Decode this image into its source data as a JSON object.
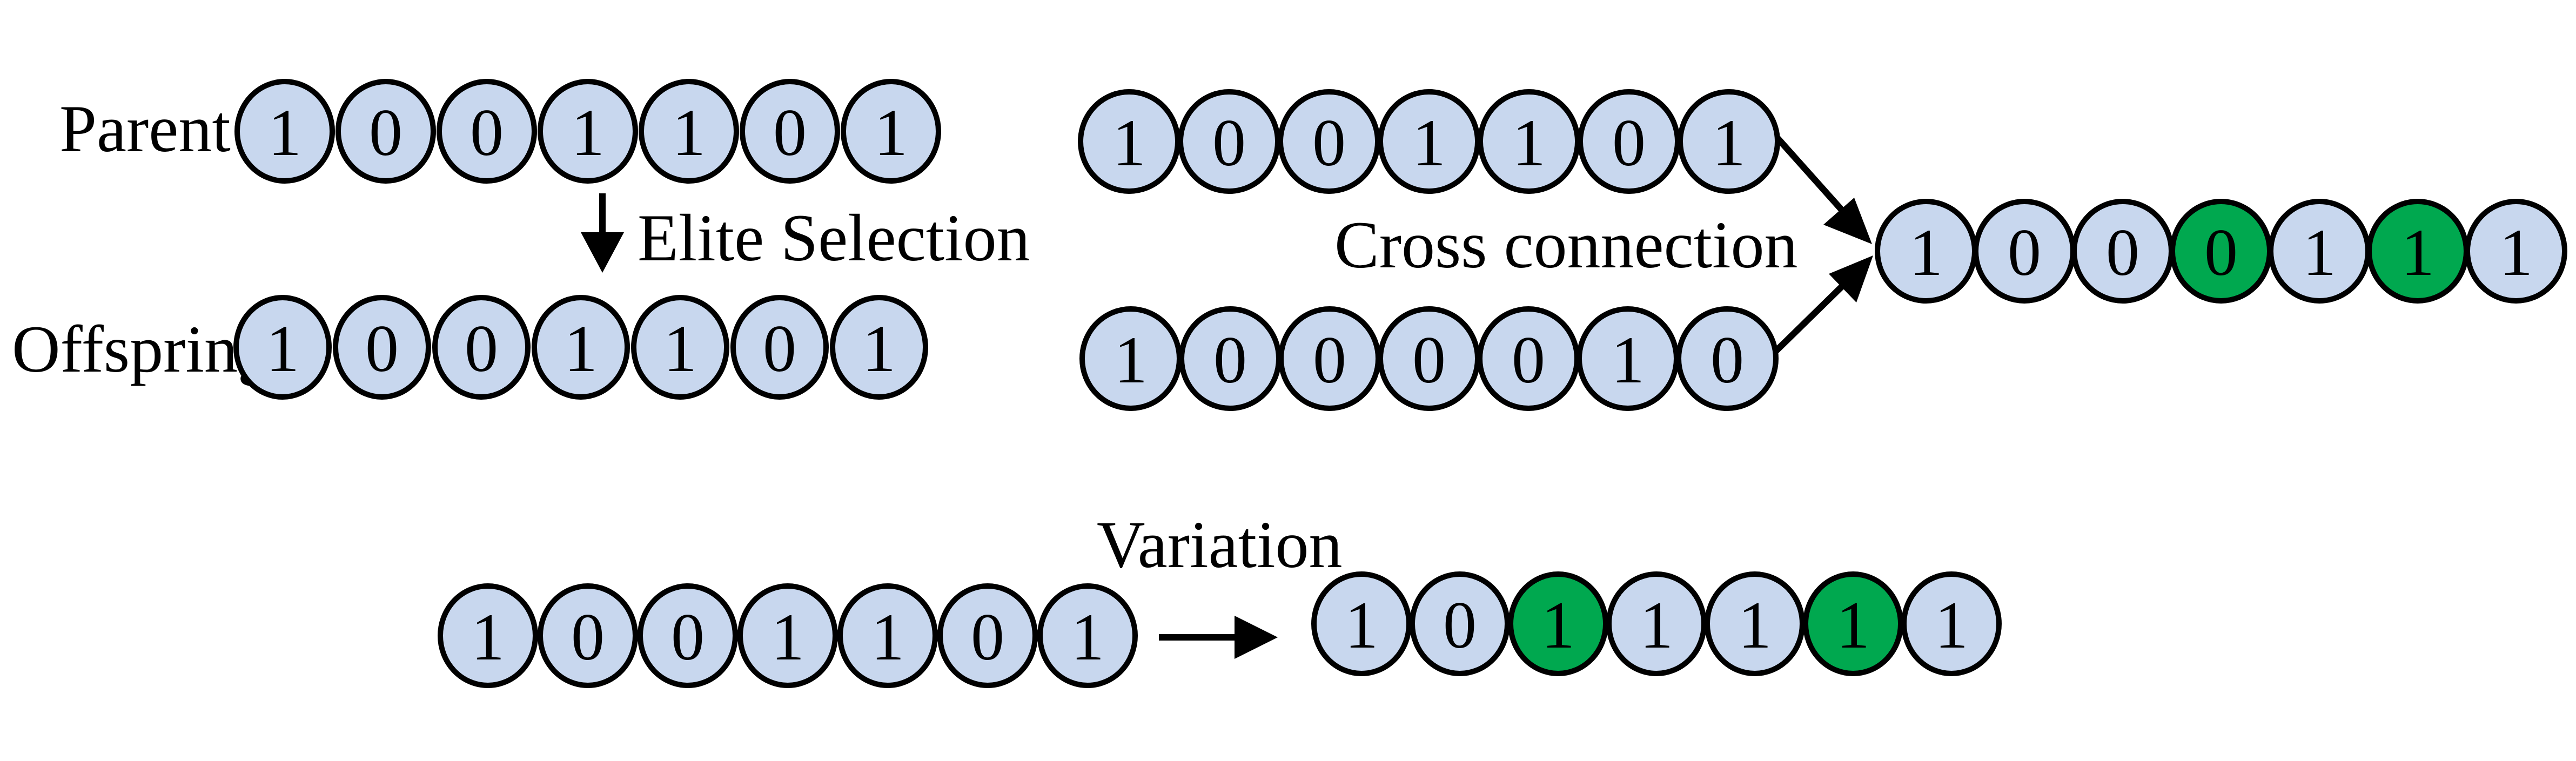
{
  "colors": {
    "gene_fill": "#c8d7ee",
    "highlight_fill": "#00a84f",
    "stroke": "#000000",
    "text": "#000000"
  },
  "labels": {
    "parent": "Parent",
    "offspring": "Offspring",
    "elite_selection": "Elite Selection",
    "cross_connection": "Cross connection",
    "variation": "Variation"
  },
  "chromosomes": {
    "elite_parent": {
      "bits": [
        "1",
        "0",
        "0",
        "1",
        "1",
        "0",
        "1"
      ],
      "highlight": [
        false,
        false,
        false,
        false,
        false,
        false,
        false
      ]
    },
    "elite_offspring": {
      "bits": [
        "1",
        "0",
        "0",
        "1",
        "1",
        "0",
        "1"
      ],
      "highlight": [
        false,
        false,
        false,
        false,
        false,
        false,
        false
      ]
    },
    "cross_parent_a": {
      "bits": [
        "1",
        "0",
        "0",
        "1",
        "1",
        "0",
        "1"
      ],
      "highlight": [
        false,
        false,
        false,
        false,
        false,
        false,
        false
      ]
    },
    "cross_parent_b": {
      "bits": [
        "1",
        "0",
        "0",
        "0",
        "0",
        "1",
        "0"
      ],
      "highlight": [
        false,
        false,
        false,
        false,
        false,
        false,
        false
      ]
    },
    "cross_child": {
      "bits": [
        "1",
        "0",
        "0",
        "0",
        "1",
        "1",
        "1"
      ],
      "highlight": [
        false,
        false,
        false,
        true,
        false,
        true,
        false
      ]
    },
    "variation_before": {
      "bits": [
        "1",
        "0",
        "0",
        "1",
        "1",
        "0",
        "1"
      ],
      "highlight": [
        false,
        false,
        false,
        false,
        false,
        false,
        false
      ]
    },
    "variation_after": {
      "bits": [
        "1",
        "0",
        "1",
        "1",
        "1",
        "1",
        "1"
      ],
      "highlight": [
        false,
        false,
        true,
        false,
        false,
        true,
        false
      ]
    }
  },
  "arrows": [
    "elite-selection-arrow",
    "cross-arrow-a",
    "cross-arrow-b",
    "variation-arrow"
  ]
}
